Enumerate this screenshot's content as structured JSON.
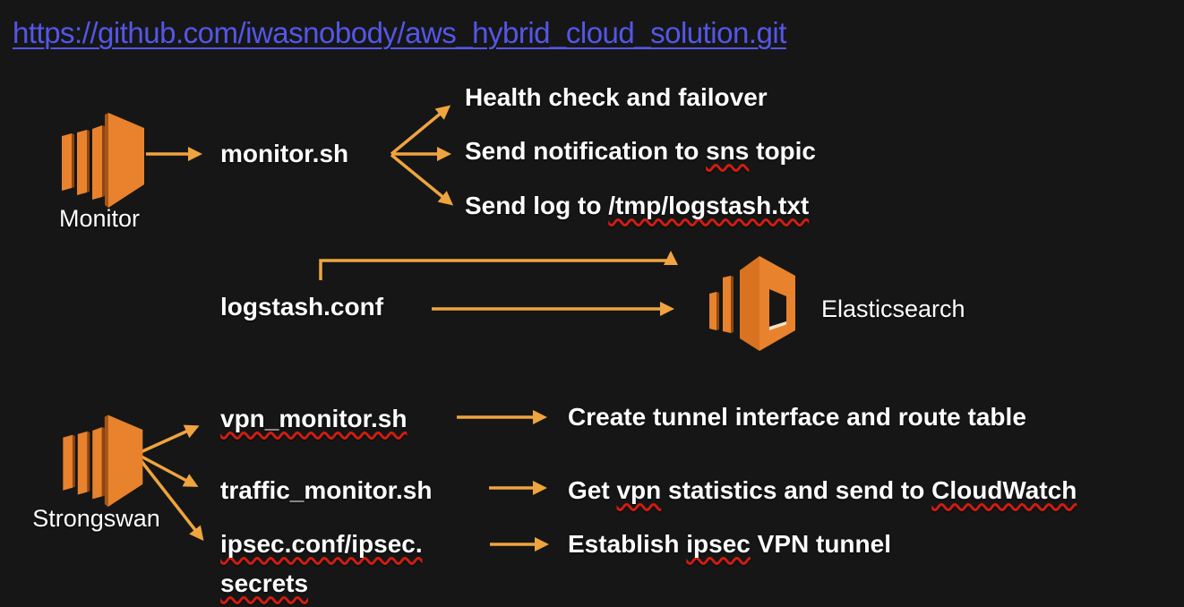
{
  "colors": {
    "background": "#161616",
    "arrow_orange": "#efa43f",
    "icon_orange": "#e8822c",
    "icon_shadow": "#8e4614",
    "link_blue": "#5456e8",
    "squiggle_red": "#cf1d10",
    "text_white": "#fdfdfd"
  },
  "header": {
    "repo_link": "https://github.com/iwasnobody/aws_hybrid_cloud_solution.git"
  },
  "icons": {
    "monitor": "ec2-instance-icon",
    "strongswan": "ec2-instance-icon",
    "elasticsearch": "elasticsearch-service-icon"
  },
  "monitor": {
    "icon_label": "Monitor",
    "script": "monitor.sh",
    "outputs": {
      "health": {
        "pre": "Health check and failover",
        "wavy": "",
        "mid": "",
        "wavy2": "",
        "post": ""
      },
      "notify": {
        "pre": "Send notification to ",
        "wavy": "sns",
        "mid": " topic",
        "wavy2": "",
        "post": ""
      },
      "log": {
        "pre": "Send log to ",
        "wavy": "/tmp/logstash.txt",
        "mid": "",
        "wavy2": "",
        "post": ""
      }
    }
  },
  "logstash": {
    "config_file": "logstash.conf",
    "target_label": "Elasticsearch"
  },
  "strongswan": {
    "icon_label": "Strongswan",
    "row1": {
      "file": {
        "pre": "",
        "wavy": "vpn_monitor.sh",
        "mid": "",
        "wavy2": "",
        "post": ""
      },
      "desc": {
        "pre": "Create tunnel interface and route table",
        "wavy": "",
        "mid": "",
        "wavy2": "",
        "post": ""
      }
    },
    "row2": {
      "file": {
        "pre": "traffic_monitor.sh",
        "wavy": "",
        "mid": "",
        "wavy2": "",
        "post": ""
      },
      "desc": {
        "pre": "Get ",
        "wavy": "vpn",
        "mid": " statistics and send to ",
        "wavy2": "CloudWatch",
        "post": ""
      }
    },
    "row3": {
      "file": {
        "pre": "",
        "wavy": "ipsec.conf/ipsec.",
        "mid": "",
        "wavy2": "",
        "post": ""
      },
      "file2": {
        "pre": "",
        "wavy": "secrets",
        "mid": "",
        "wavy2": "",
        "post": ""
      },
      "desc": {
        "pre": "Establish ",
        "wavy": "ipsec",
        "mid": " VPN tunnel",
        "wavy2": "",
        "post": ""
      }
    }
  }
}
